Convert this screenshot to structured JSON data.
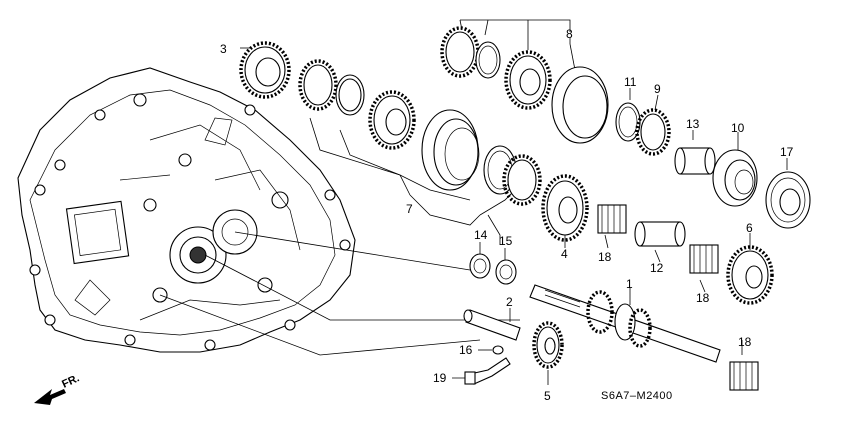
{
  "diagram": {
    "callouts": [
      {
        "id": "c1",
        "label": "1"
      },
      {
        "id": "c2",
        "label": "2"
      },
      {
        "id": "c3",
        "label": "3"
      },
      {
        "id": "c4",
        "label": "4"
      },
      {
        "id": "c5",
        "label": "5"
      },
      {
        "id": "c6",
        "label": "6"
      },
      {
        "id": "c7",
        "label": "7"
      },
      {
        "id": "c8",
        "label": "8"
      },
      {
        "id": "c9",
        "label": "9"
      },
      {
        "id": "c10",
        "label": "10"
      },
      {
        "id": "c11",
        "label": "11"
      },
      {
        "id": "c12",
        "label": "12"
      },
      {
        "id": "c13",
        "label": "13"
      },
      {
        "id": "c14",
        "label": "14"
      },
      {
        "id": "c15",
        "label": "15"
      },
      {
        "id": "c16",
        "label": "16"
      },
      {
        "id": "c17",
        "label": "17"
      },
      {
        "id": "c18a",
        "label": "18"
      },
      {
        "id": "c18b",
        "label": "18"
      },
      {
        "id": "c18c",
        "label": "18"
      },
      {
        "id": "c19",
        "label": "19"
      }
    ],
    "diagram_code": "S6A7–M2400",
    "direction_label": "FR."
  }
}
